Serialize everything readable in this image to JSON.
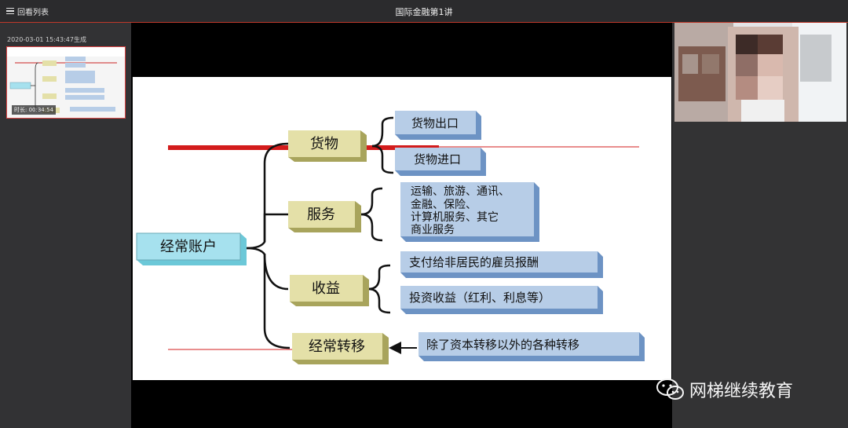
{
  "header": {
    "menu_label": "回看列表",
    "title": "国际金融第1讲"
  },
  "sidebar": {
    "items": [
      {
        "time": "2020-03-01 15:43:47生成",
        "duration": "时长: 00:34:54"
      }
    ]
  },
  "slide": {
    "root": "经常账户",
    "branches": [
      {
        "label": "货物",
        "leaves": [
          "货物出口",
          "货物进口"
        ]
      },
      {
        "label": "服务",
        "leaves": [
          "运输、旅游、通讯、",
          "金融、保险、",
          "计算机服务、其它",
          "商业服务"
        ]
      },
      {
        "label": "收益",
        "leaves": [
          "支付给非居民的雇员报酬",
          "投资收益（红利、利息等）"
        ]
      },
      {
        "label": "经常转移",
        "leaves": [
          "除了资本转移以外的各种转移"
        ]
      }
    ]
  },
  "watermark": {
    "text": "网梯继续教育"
  },
  "colors": {
    "accent_red": "#c0392b",
    "node_yellow": "#e4e0a8",
    "node_blue": "#b7cde7",
    "root_cyan": "#a6e1ee"
  }
}
